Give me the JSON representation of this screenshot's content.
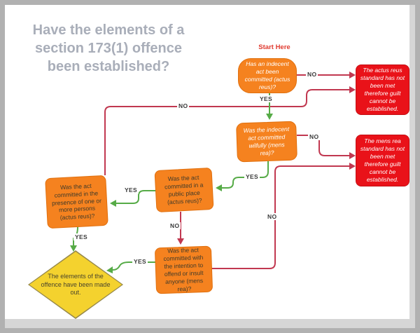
{
  "title": "Have the elements of a section 173(1) offence been established?",
  "start_label": "Start Here",
  "nodes": {
    "q1": "Has an indecent act been committed (actus reus)?",
    "q2": "Was the indecent act committed wilfully (mens rea)?",
    "q3": "Was the act committed in a public place (actus reus)?",
    "q4": "Was the act committed in the presence of one or more persons (actus reus)?",
    "q5": "Was the act committed with the intention to offend or insult anyone (mens rea)?",
    "fail_actus": "The actus reus standard has not been met therefore guilt cannot be established.",
    "fail_mens": "The mens rea standard has not been met therefore guilt cannot be established.",
    "success": "The elements of the offence have been made out."
  },
  "labels": {
    "yes": "YES",
    "no": "NO"
  },
  "colors": {
    "orange_node": "#f5821f",
    "red_node": "#e91219",
    "yellow_node": "#f4d22e",
    "red_line": "#c13850",
    "green_line": "#56ab47",
    "title_gray": "#a9aeb9",
    "start_red": "#e03a2f",
    "frame_border": "#b1b1b1"
  }
}
